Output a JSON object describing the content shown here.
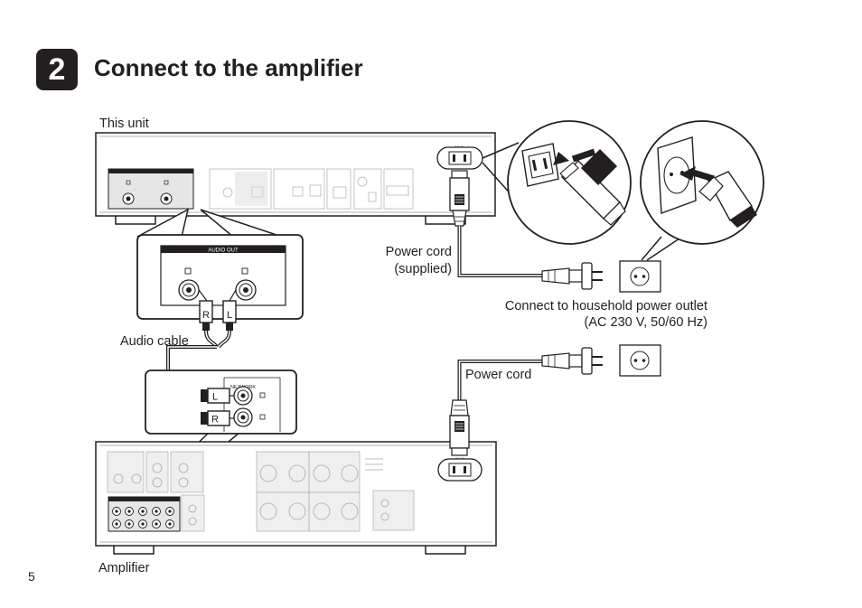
{
  "header": {
    "step_number": "2",
    "title": "Connect to the amplifier"
  },
  "labels": {
    "this_unit": "This unit",
    "audio_cable": "Audio cable",
    "power_cord_supplied_line1": "Power cord",
    "power_cord_supplied_line2": "(supplied)",
    "outlet_line1": "Connect to household power outlet",
    "outlet_line2": "(AC 230 V, 50/60 Hz)",
    "power_cord": "Power cord",
    "amplifier": "Amplifier"
  },
  "panel_text": {
    "audio_out": "AUDIO OUT",
    "network": "NETWORK",
    "channel_r": "R",
    "channel_l": "L"
  },
  "footer": {
    "page_number": "5"
  }
}
